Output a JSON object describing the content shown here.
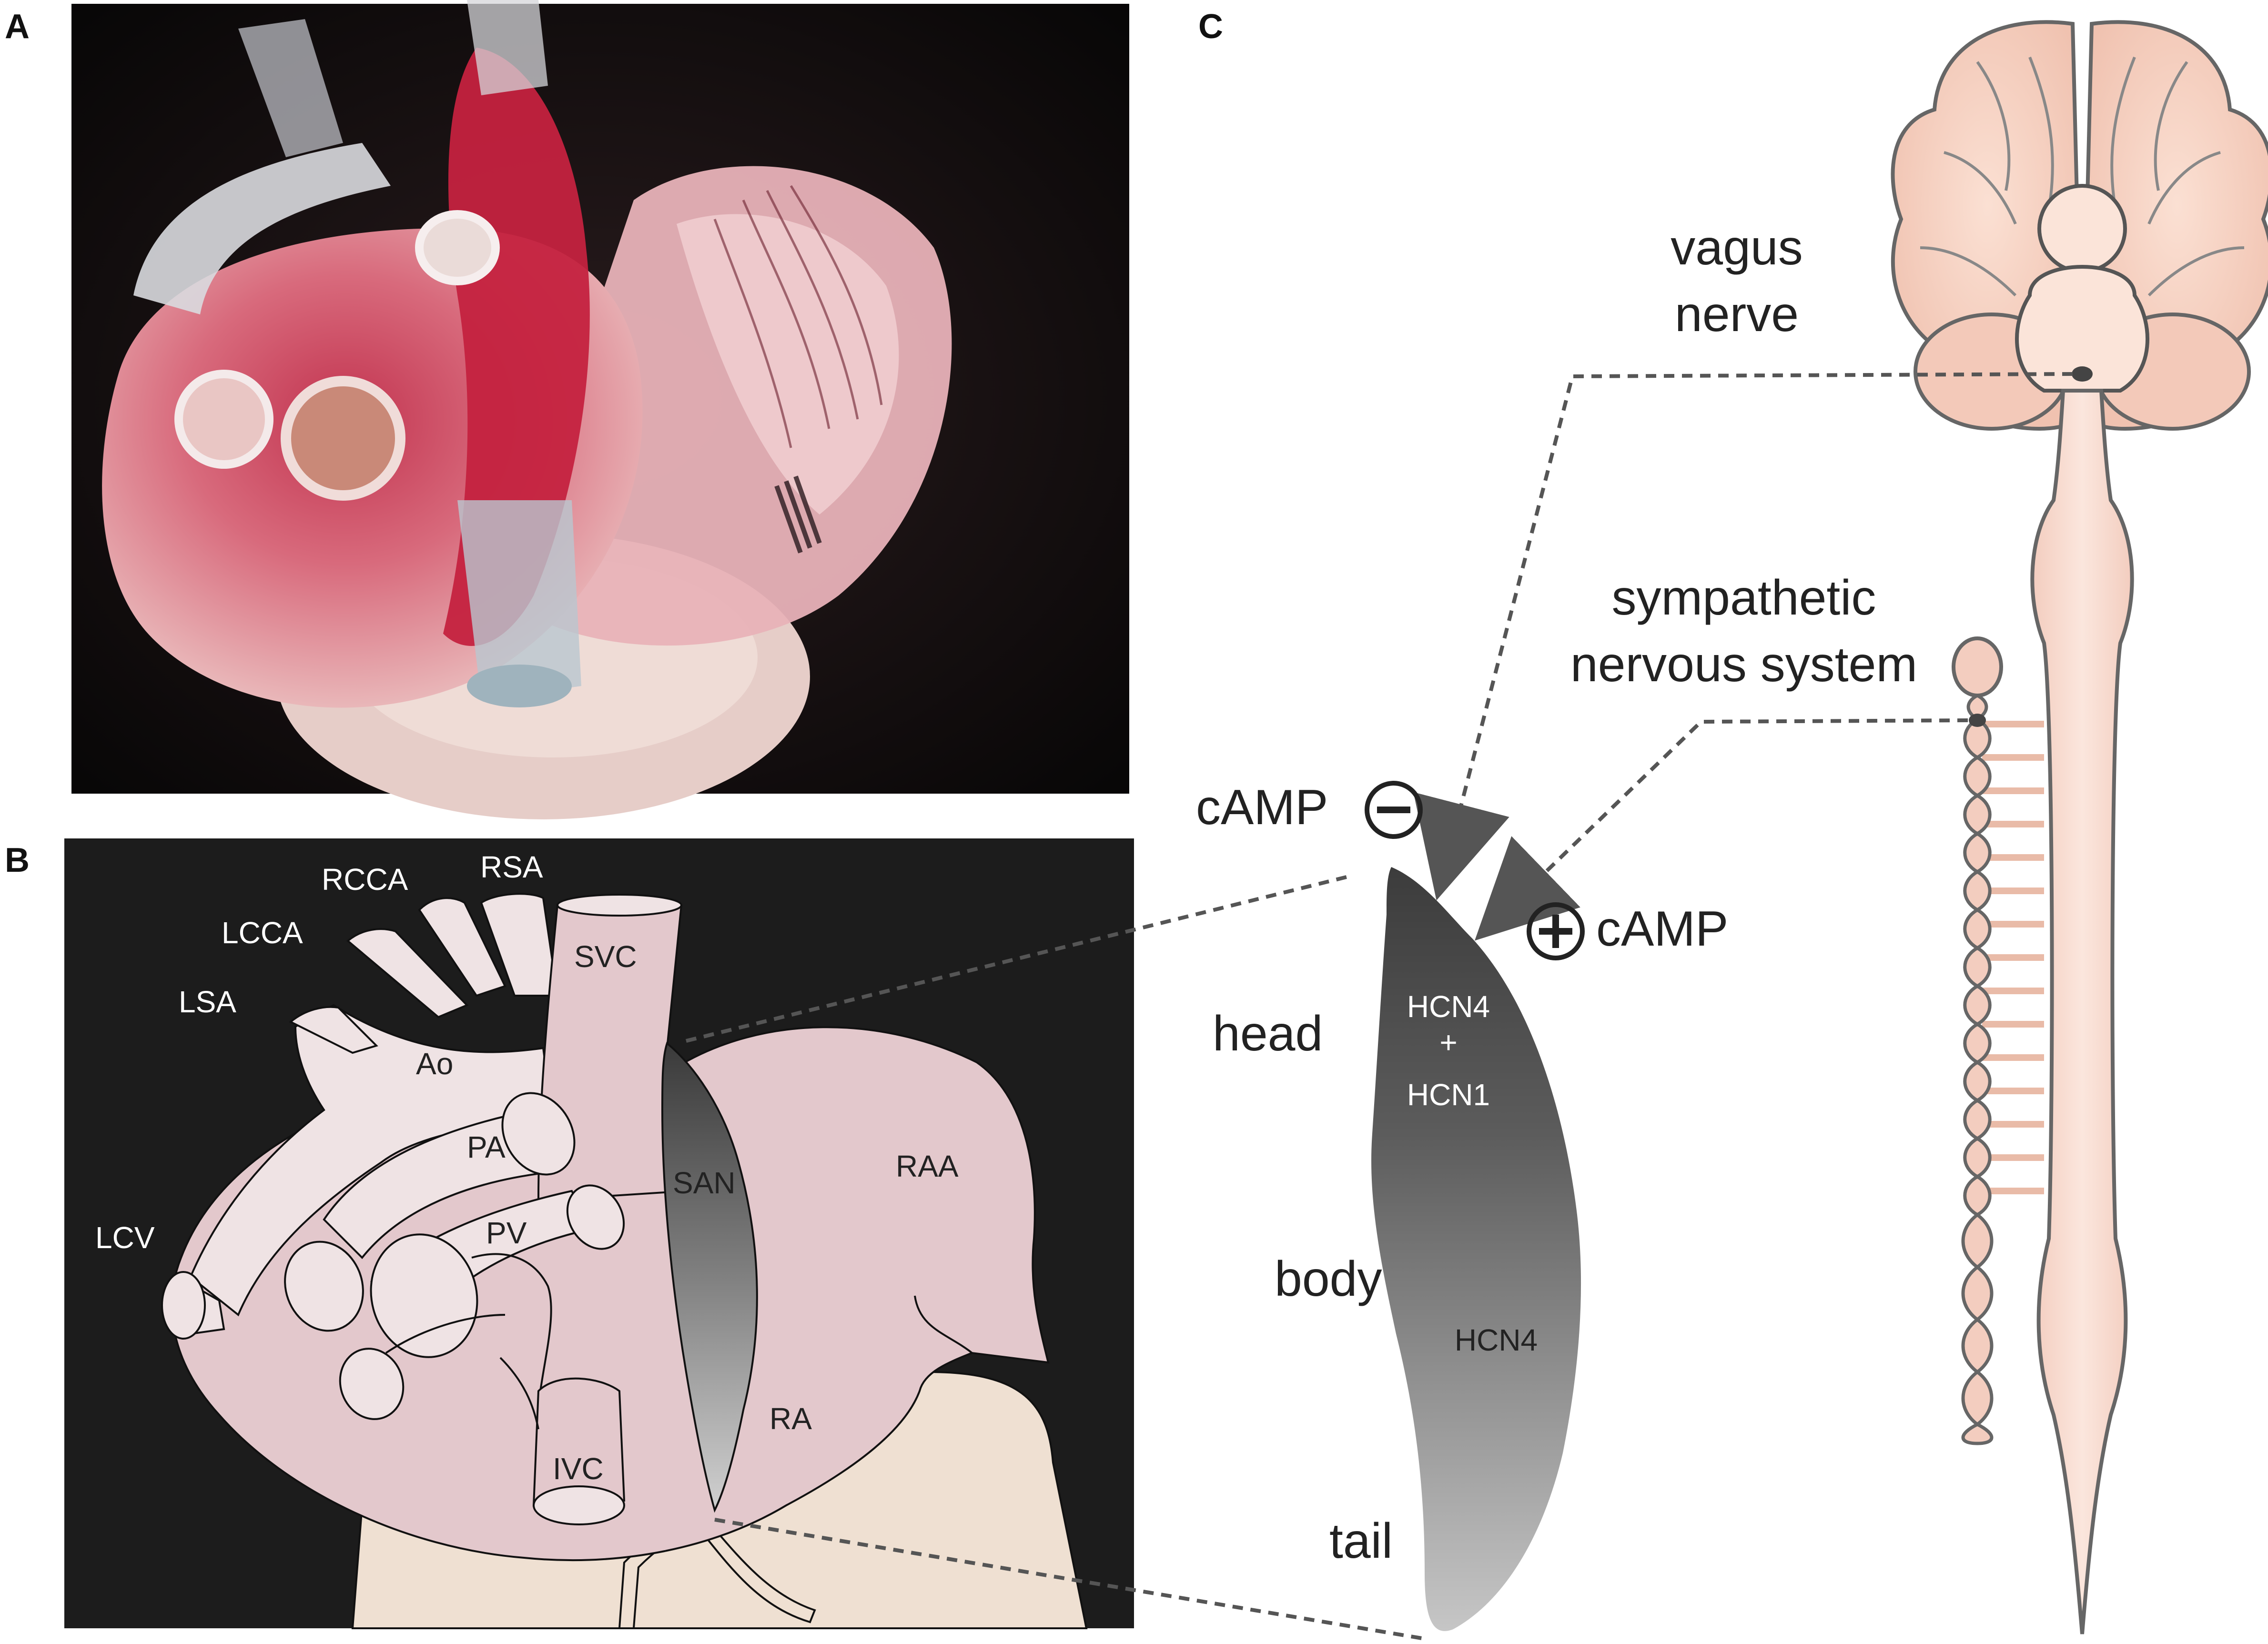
{
  "panels": {
    "a": "A",
    "b": "B",
    "c": "C"
  },
  "panel_b": {
    "labels": {
      "rcca": "RCCA",
      "rsa": "RSA",
      "lcca": "LCCA",
      "lsa": "LSA",
      "svc": "SVC",
      "ao": "Ao",
      "pa": "PA",
      "pv": "PV",
      "san": "SAN",
      "raa": "RAA",
      "lcv": "LCV",
      "ra": "RA",
      "ivc": "IVC"
    }
  },
  "panel_c": {
    "vagus": [
      "vagus",
      "nerve"
    ],
    "sympathetic": [
      "sympathetic",
      "nervous system"
    ],
    "camp_minus": "cAMP",
    "camp_plus": "cAMP",
    "regions": {
      "head": "head",
      "body": "body",
      "tail": "tail"
    },
    "channels": {
      "head_top": "HCN4",
      "plus": "+",
      "head_bottom": "HCN1",
      "body": "HCN4"
    }
  },
  "colors": {
    "background_dark": "#1c1c1c",
    "heart_pink": "#e3c8cc",
    "vessel_light": "#efe3e4",
    "ventricle_cream": "#efe0d2",
    "brain_pink": "#f3c9b9",
    "cord_pink": "#f6d8cd",
    "dash_gray": "#555555"
  }
}
